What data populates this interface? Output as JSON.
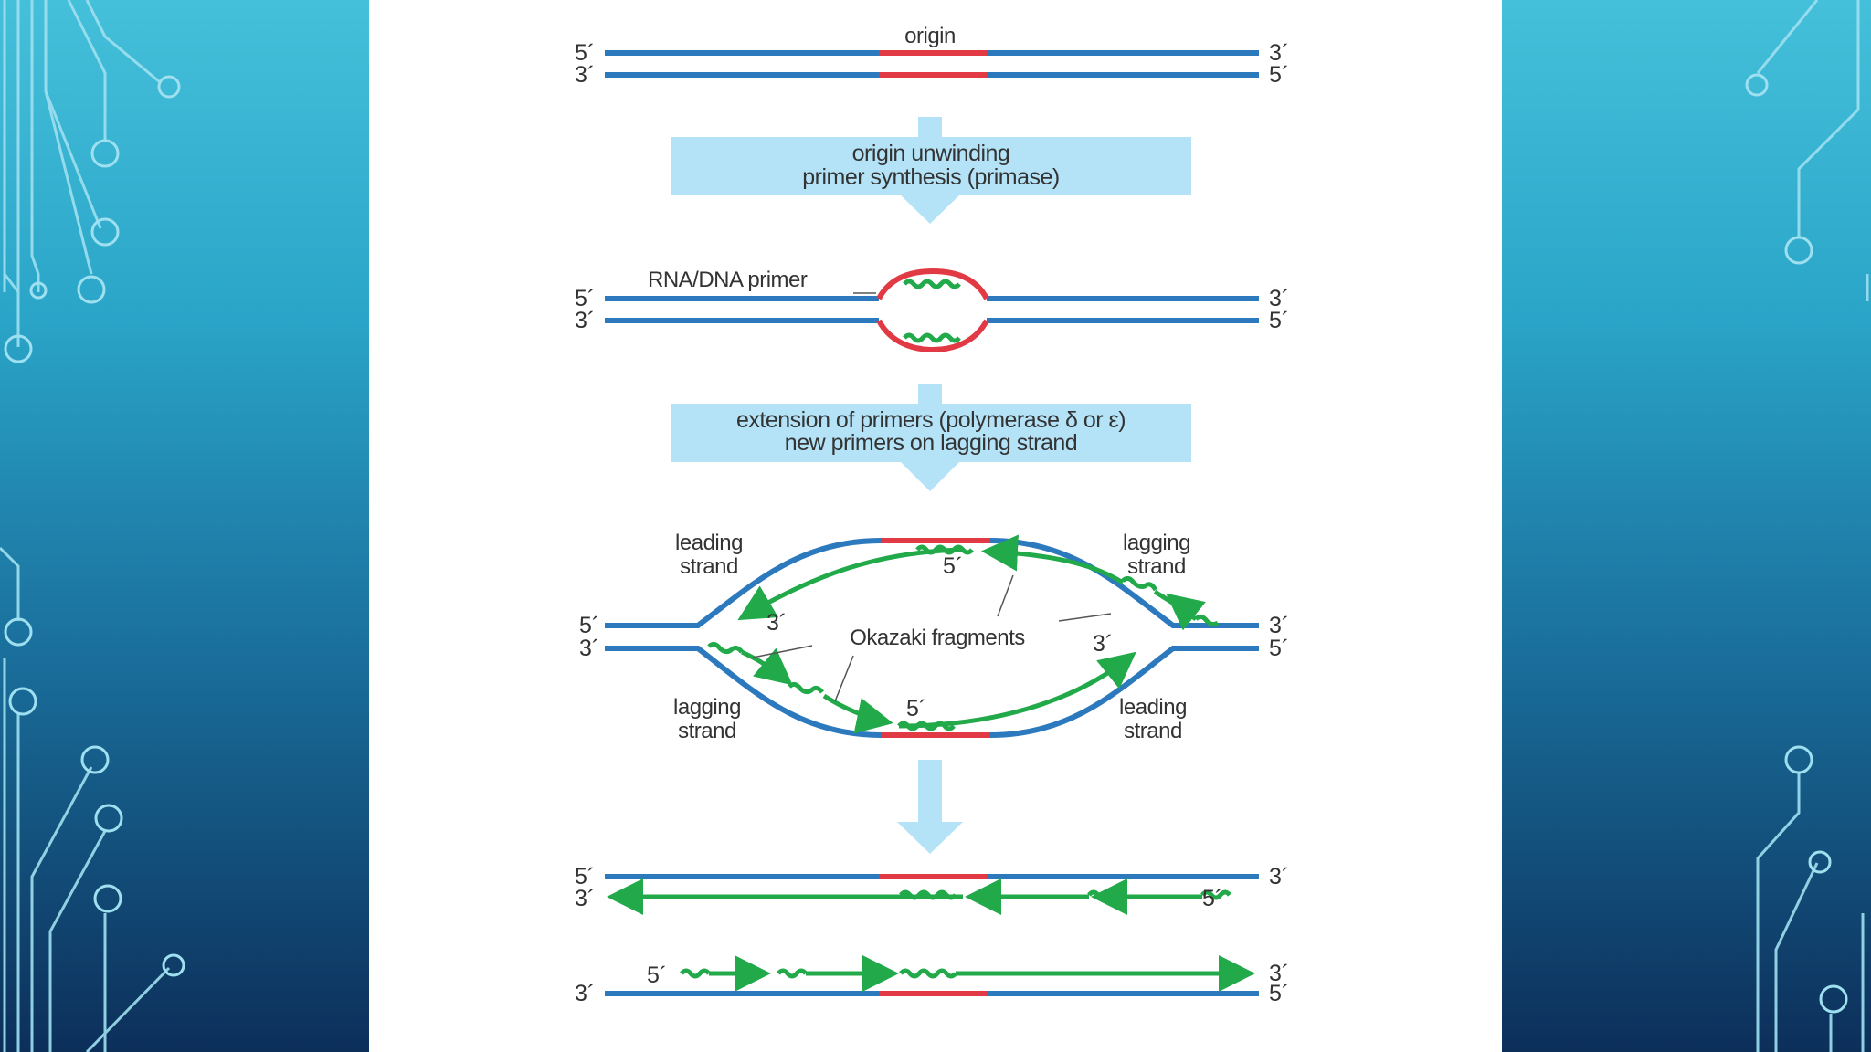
{
  "colors": {
    "strand": "#2c79be",
    "origin": "#e23a44",
    "new_strand": "#21a94a",
    "step_box": "#b4e3f7",
    "step_arrow": "#b4e3f7"
  },
  "stage1": {
    "origin_label": "origin",
    "top_left_end": "5´",
    "top_right_end": "3´",
    "bottom_left_end": "3´",
    "bottom_right_end": "5´"
  },
  "step1": {
    "line1": "origin unwinding",
    "line2": "primer synthesis (primase)"
  },
  "stage2": {
    "primer_label": "RNA/DNA primer",
    "top_left_end": "5´",
    "top_right_end": "3´",
    "bottom_left_end": "3´",
    "bottom_right_end": "5´"
  },
  "step2": {
    "line1": "extension of primers (polymerase δ or ε)",
    "line2": "new primers on lagging strand"
  },
  "stage3": {
    "upper_left": {
      "line1": "leading",
      "line2": "strand"
    },
    "upper_right": {
      "line1": "lagging",
      "line2": "strand"
    },
    "lower_left": {
      "line1": "lagging",
      "line2": "strand"
    },
    "lower_right": {
      "line1": "leading",
      "line2": "strand"
    },
    "okazaki_label": "Okazaki fragments",
    "top_left_end": "5´",
    "top_right_end": "3´",
    "bottom_left_end": "3´",
    "bottom_right_end": "5´",
    "upper_fragment_5": "5´",
    "upper_fragment_3": "3´",
    "lower_fragment_3": "3´",
    "lower_fragment_5": "5´"
  },
  "stage4": {
    "pair1": {
      "top_left_end": "5´",
      "top_right_end": "3´",
      "bottom_left_end": "3´",
      "new_strand_end": "5´"
    },
    "pair2": {
      "new_strand_start": "5´",
      "new_strand_end": "3´",
      "bottom_left_end": "3´",
      "bottom_right_end": "5´"
    }
  }
}
